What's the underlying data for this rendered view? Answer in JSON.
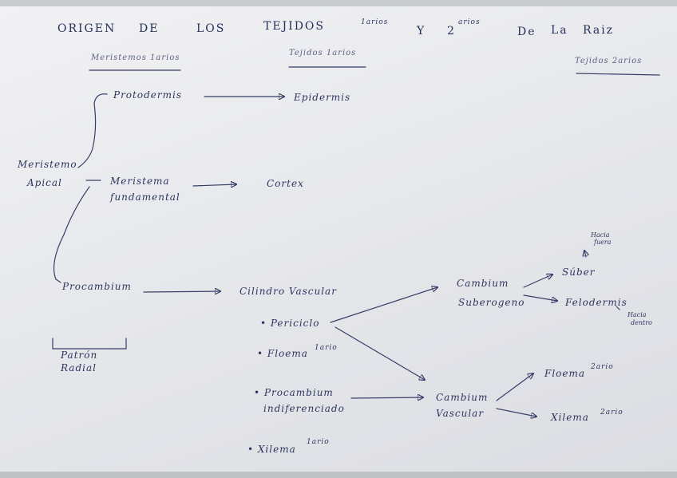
{
  "title": {
    "w1": "ORIGEN",
    "w2": "DE",
    "w3": "LOS",
    "w4": "TEJIDOS",
    "sup1": "1arios",
    "w5": "Y",
    "w6": "2",
    "sup2": "arios",
    "w7": "De",
    "w8": "La",
    "w9": "Raiz"
  },
  "headers": {
    "meristemos": "Meristemos 1arios",
    "tejidos1": "Tejidos 1arios",
    "tejidos2": "Tejidos 2arios"
  },
  "nodes": {
    "meristemo_apical_1": "Meristemo",
    "meristemo_apical_2": "Apical",
    "protodermis": "Protodermis",
    "epidermis": "Epidermis",
    "meristema_fund_1": "Meristema",
    "meristema_fund_2": "fundamental",
    "cortex": "Cortex",
    "procambium": "Procambium",
    "cilindro": "Cilindro Vascular",
    "periciclo": "• Periciclo",
    "floema1": "• Floema",
    "floema1_sup": "1ario",
    "procambium_ind_1": "• Procambium",
    "procambium_ind_2": "indiferenciado",
    "xilema1": "• Xilema",
    "xilema1_sup": "1ario",
    "cambium_sub_1": "Cambium",
    "cambium_sub_2": "Suberogeno",
    "cambium_vasc_1": "Cambium",
    "cambium_vasc_2": "Vascular",
    "suber": "Súber",
    "felodermis": "Felodermis",
    "hacia_fuera_1": "Hacia",
    "hacia_fuera_2": "fuera",
    "hacia_dentro_1": "Hacia",
    "hacia_dentro_2": "dentro",
    "floema2": "Floema",
    "floema2_sup": "2ario",
    "xilema2": "Xilema",
    "xilema2_sup": "2ario",
    "patron_1": "Patrón",
    "patron_2": "Radial"
  },
  "colors": {
    "ink": "#2d3560",
    "paper": "#ebecef"
  }
}
